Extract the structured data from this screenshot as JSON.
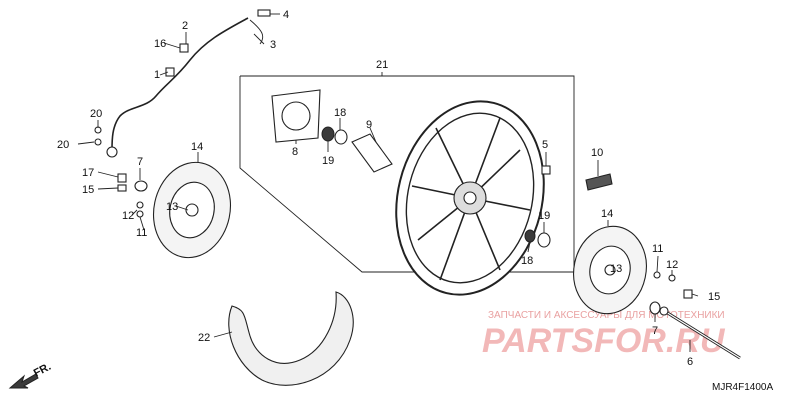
{
  "callouts": [
    {
      "id": "c1",
      "text": "1"
    },
    {
      "id": "c2",
      "text": "2"
    },
    {
      "id": "c3",
      "text": "3"
    },
    {
      "id": "c4",
      "text": "4"
    },
    {
      "id": "c5",
      "text": "5"
    },
    {
      "id": "c6",
      "text": "6"
    },
    {
      "id": "c7a",
      "text": "7"
    },
    {
      "id": "c7b",
      "text": "7"
    },
    {
      "id": "c8",
      "text": "8"
    },
    {
      "id": "c9",
      "text": "9"
    },
    {
      "id": "c10",
      "text": "10"
    },
    {
      "id": "c11a",
      "text": "11"
    },
    {
      "id": "c11b",
      "text": "11"
    },
    {
      "id": "c12a",
      "text": "12"
    },
    {
      "id": "c12b",
      "text": "12"
    },
    {
      "id": "c13a",
      "text": "13"
    },
    {
      "id": "c13b",
      "text": "13"
    },
    {
      "id": "c14a",
      "text": "14"
    },
    {
      "id": "c14b",
      "text": "14"
    },
    {
      "id": "c15a",
      "text": "15"
    },
    {
      "id": "c15b",
      "text": "15"
    },
    {
      "id": "c16",
      "text": "16"
    },
    {
      "id": "c17",
      "text": "17"
    },
    {
      "id": "c18a",
      "text": "18"
    },
    {
      "id": "c18b",
      "text": "18"
    },
    {
      "id": "c19a",
      "text": "19"
    },
    {
      "id": "c19b",
      "text": "19"
    },
    {
      "id": "c20a",
      "text": "20"
    },
    {
      "id": "c20b",
      "text": "20"
    },
    {
      "id": "c21",
      "text": "21"
    },
    {
      "id": "c22",
      "text": "22"
    }
  ],
  "direction_label": "FR.",
  "diagram_code": "MJR4F1400A",
  "watermark": {
    "subtitle": "ЗАПЧАСТИ И АКСЕССУАРЫ ДЛЯ МОТОТЕХНИКИ",
    "brand": "PARTSFOR.RU"
  },
  "colors": {
    "line": "#222222",
    "watermark": "#f2b8b8",
    "background": "#ffffff"
  }
}
